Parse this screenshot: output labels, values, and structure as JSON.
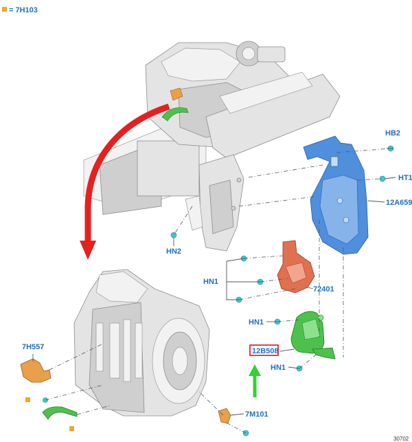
{
  "legend": {
    "swatch_color": "#f5a623",
    "text": "= 7H103"
  },
  "colors": {
    "label": "#1f6fc4",
    "bracket_blue": "#4f8fdc",
    "part_orange_red": "#e0704f",
    "part_green": "#4cc24c",
    "part_orange": "#e8a04a",
    "arrow_red": "#e6201e",
    "arrow_green": "#32d132",
    "highlight_box": "#d9141b",
    "fastener_cyan": "#3ec9d6"
  },
  "labels": {
    "hb2": "HB2",
    "ht1": "HT1",
    "a12a659": "12A659",
    "hn2": "HN2",
    "hn1_top": "HN1",
    "p72401": "72401",
    "hn1_mid": "HN1",
    "p12b508": "12B508",
    "hn1_bottom": "HN1",
    "p7h557": "7H557",
    "p7m101": "7M101",
    "ref_number": "30702"
  },
  "icons": {
    "legend_swatch": "square-swatch-icon",
    "red_arrow": "curved-arrow-icon",
    "green_arrow": "up-arrow-icon"
  }
}
